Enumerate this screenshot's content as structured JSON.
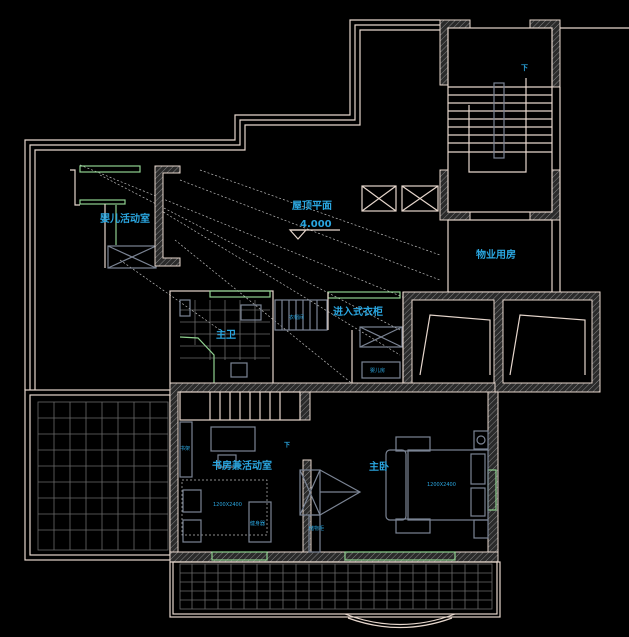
{
  "drawing": {
    "labels": {
      "roof_plan": "屋顶平面",
      "elevation": "4.000",
      "baby_activity_room": "婴儿活动室",
      "master_bath": "主卫",
      "walk_in_closet": "进入式衣柜",
      "baby_room": "婴儿房",
      "property_room": "物业用房",
      "study_activity_room": "书房兼活动室",
      "master_bedroom": "主卧",
      "down_stair_1": "下",
      "down_stair_2": "下",
      "dim_study": "1200X2400",
      "dim_bedroom": "1200X2400",
      "cloakroom": "衣帽间",
      "fitness": "健身器",
      "storage": "储物柜",
      "shelf": "书架"
    },
    "colors": {
      "background": "#000000",
      "wall": "#e6d6cc",
      "furniture": "#7b8494",
      "window": "#8fd08f",
      "text": "#2aa6e0"
    }
  }
}
